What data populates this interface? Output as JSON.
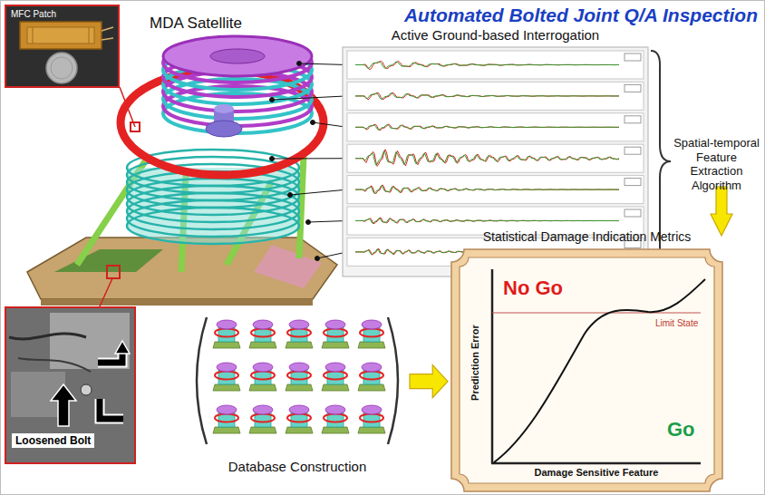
{
  "diagram": {
    "title": "Automated Bolted Joint Q/A Inspection",
    "nodes": [
      {
        "text": [
          "MFC Patch"
        ]
      },
      {
        "text": [
          "Active Ground-based Interrogation"
        ]
      },
      {
        "text": [
          "Loosened Bolt"
        ]
      },
      {
        "text": [
          "Database Construction"
        ]
      },
      {
        "text": [
          "Statistical Damage Indication Metrics",
          "No Go",
          "Limit State",
          "Go",
          "Prediction Error",
          "Damage Sensitive Feature"
        ]
      }
    ],
    "edges": [
      {
        "from": 3,
        "to": 4,
        "arrow": "to"
      }
    ],
    "labels": [
      "MDA Satellite",
      "Spatial-temporal Feature Extraction Algorithm"
    ]
  }
}
